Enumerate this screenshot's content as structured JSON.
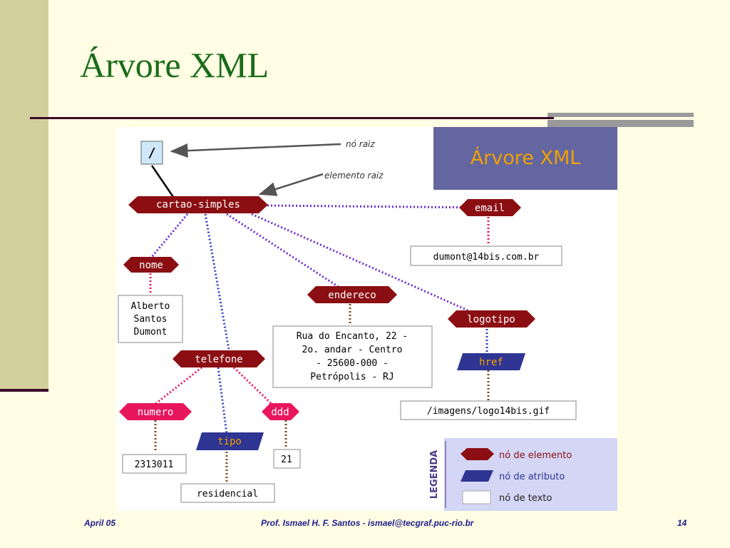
{
  "slide": {
    "title": "Árvore XML",
    "footer_left": "April 05",
    "footer_center": "Prof. Ismael H. F. Santos -  ismael@tecgraf.puc-rio.br",
    "footer_right": "14"
  },
  "diagram": {
    "banner_title": "Árvore XML",
    "root_node": "/",
    "annotations": {
      "root": "nó raiz",
      "root_element": "elemento raiz"
    },
    "elements": {
      "cartao": "cartao-simples",
      "email": "email",
      "nome": "nome",
      "endereco": "endereco",
      "logotipo": "logotipo",
      "telefone": "telefone",
      "numero": "numero",
      "ddd": "ddd"
    },
    "attributes": {
      "href": "href",
      "tipo": "tipo"
    },
    "texts": {
      "email": "dumont@14bis.com.br",
      "nome": [
        "Alberto",
        "Santos",
        "Dumont"
      ],
      "endereco": [
        "Rua do Encanto, 22 -",
        "2o. andar - Centro",
        "- 25600-000 -",
        "Petrópolis - RJ"
      ],
      "href": "/imagens/logo14bis.gif",
      "numero": "2313011",
      "ddd": "21",
      "tipo": "residencial"
    },
    "legend": {
      "title": "LEGENDA",
      "element": "nó de elemento",
      "attribute": "nó de atributo",
      "text": "nó de texto"
    },
    "colors": {
      "element_node": "#8b0f12",
      "attribute_node": "#2e3592",
      "text_element_node": "#e8175d",
      "banner": "#6366a0",
      "banner_text": "#f0a000",
      "legend_bg": "#d4d6f5"
    }
  }
}
